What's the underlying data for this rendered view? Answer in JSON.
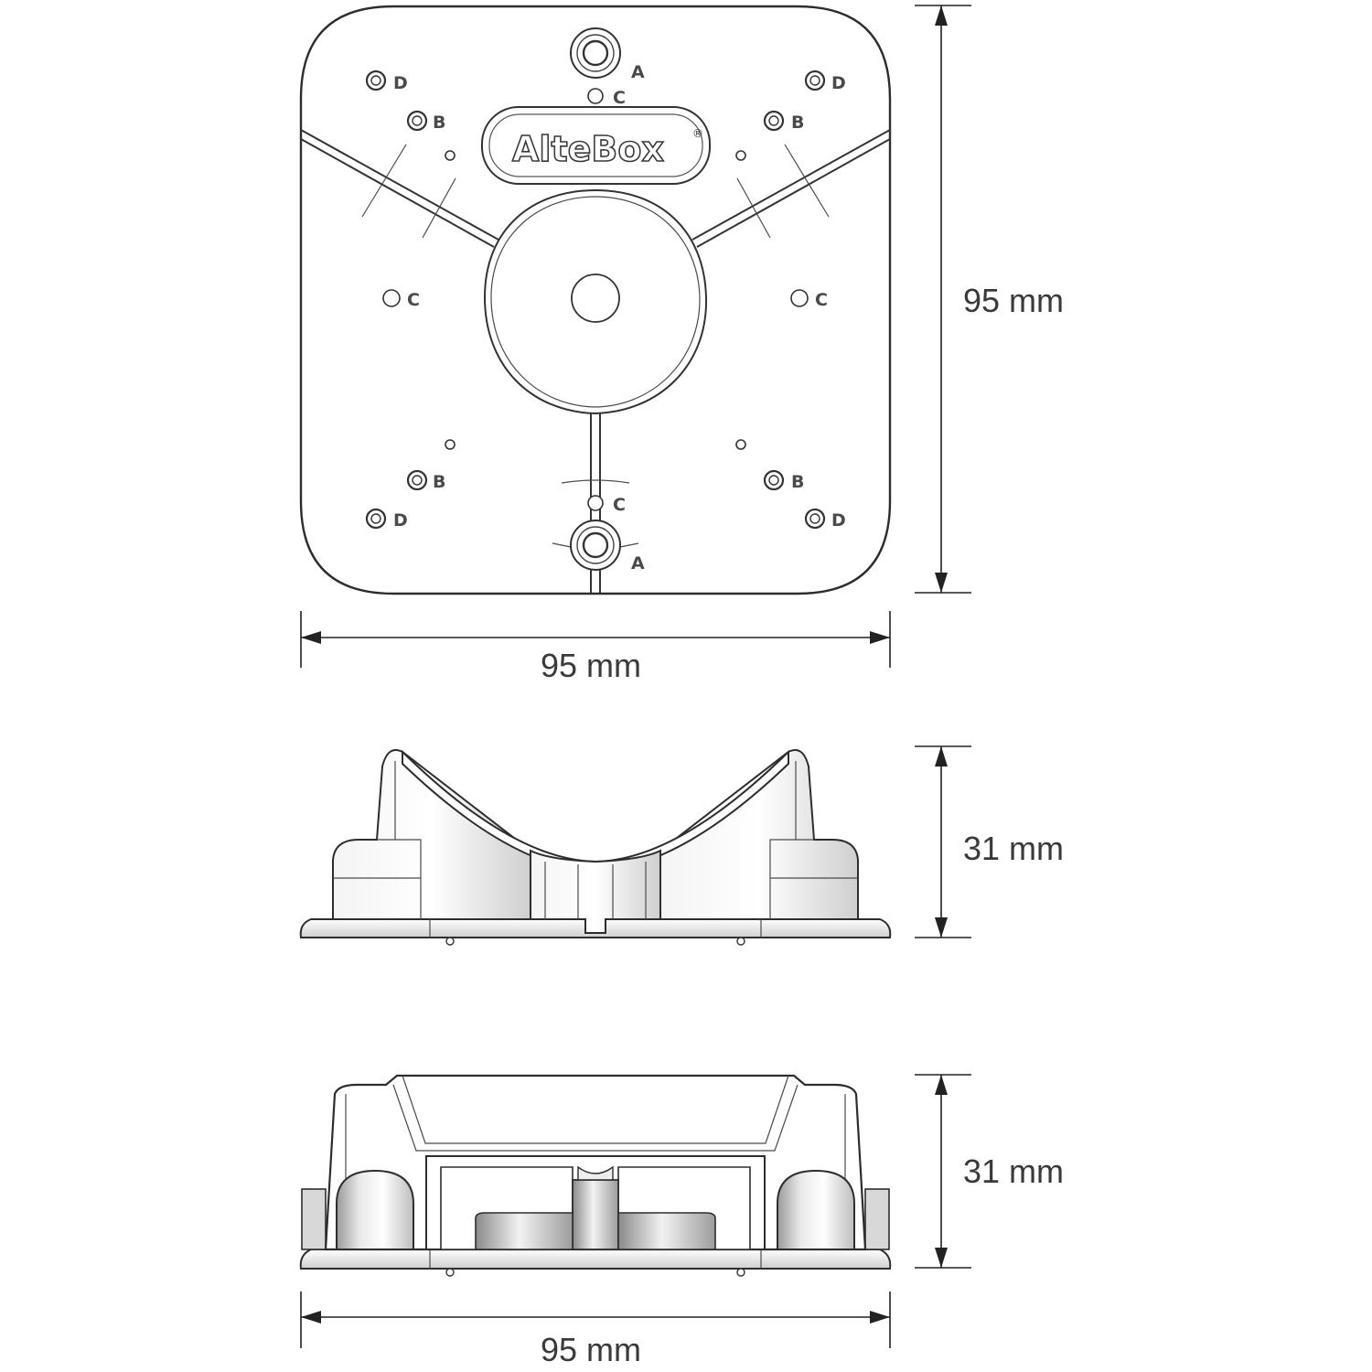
{
  "brand": {
    "name": "AlteBox",
    "registered_mark": "®"
  },
  "top_view": {
    "width_label": "95 mm",
    "height_label": "95 mm",
    "hole_labels": {
      "a": "A",
      "b": "B",
      "c": "C",
      "d": "D"
    }
  },
  "side_view_1": {
    "height_label": "31 mm"
  },
  "side_view_2": {
    "height_label": "31 mm",
    "width_label": "95 mm"
  },
  "colors": {
    "line": "#2d2d2d",
    "background": "#ffffff",
    "text": "#3a3a3a"
  }
}
